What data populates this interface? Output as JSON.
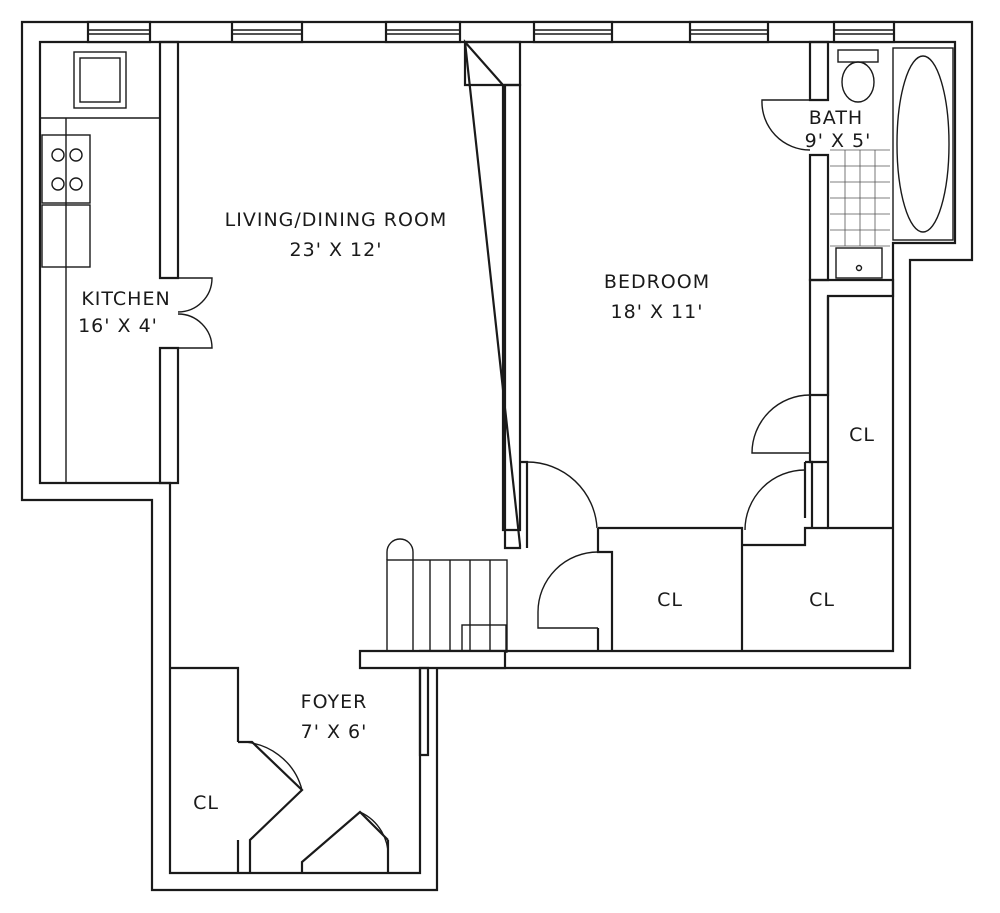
{
  "rooms": {
    "living": {
      "name": "LIVING/DINING ROOM",
      "size": "23' X 12'"
    },
    "kitchen": {
      "name": "KITCHEN",
      "size": "16' X 4'"
    },
    "bedroom": {
      "name": "BEDROOM",
      "size": "18' X 11'"
    },
    "bath": {
      "name": "BATH",
      "size": "9' X 5'"
    },
    "foyer": {
      "name": "FOYER",
      "size": "7' X 6'"
    }
  },
  "closets": {
    "bedroom_right": "CL",
    "hall_left": "CL",
    "hall_right": "CL",
    "foyer": "CL"
  }
}
